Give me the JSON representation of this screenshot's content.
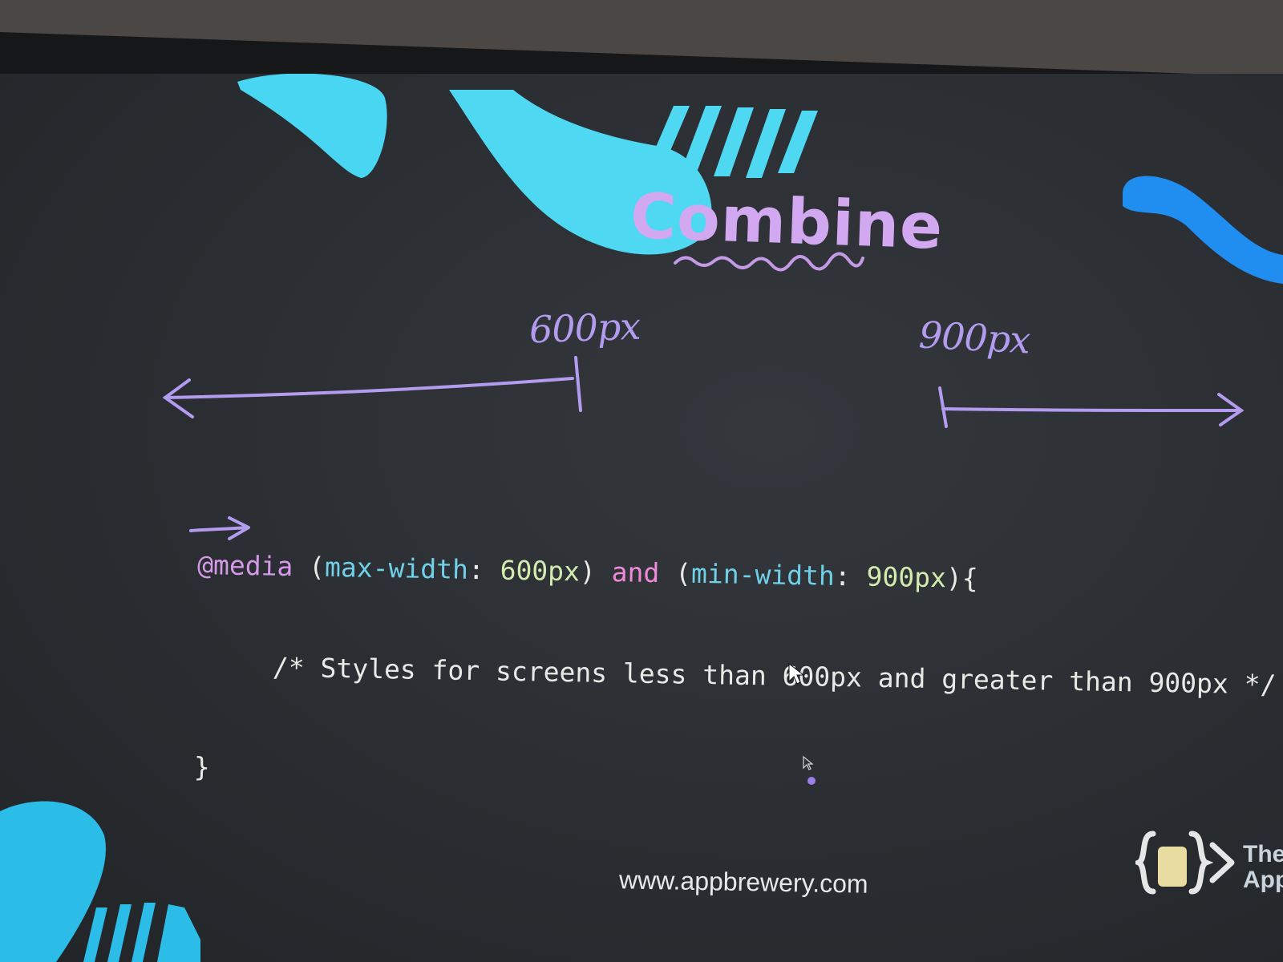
{
  "slide": {
    "title": "Combine",
    "label_left": "600px",
    "label_right": "900px",
    "url": "www.appbrewery.com",
    "logo_text_1": "The",
    "logo_text_2": "App"
  },
  "code": {
    "line1": {
      "at_media": "@media",
      "open1": " (",
      "prop1": "max-width",
      "colon1": ": ",
      "val1": "600px",
      "close1": ") ",
      "and": "and",
      "open2": " (",
      "prop2": "min-width",
      "colon2": ": ",
      "val2": "900px",
      "close2": "){"
    },
    "line2": "/* Styles for screens less than 600px and greater than 900px */",
    "line3": "}"
  },
  "colors": {
    "title": "#d2a8f0",
    "annotation": "#b39cf0",
    "accent_cyan": "#4fd8f2",
    "accent_blue": "#1f8ef0"
  },
  "icons": [
    "mouse-cursor-icon",
    "pen-cursor-icon",
    "app-brewery-logo-icon"
  ]
}
